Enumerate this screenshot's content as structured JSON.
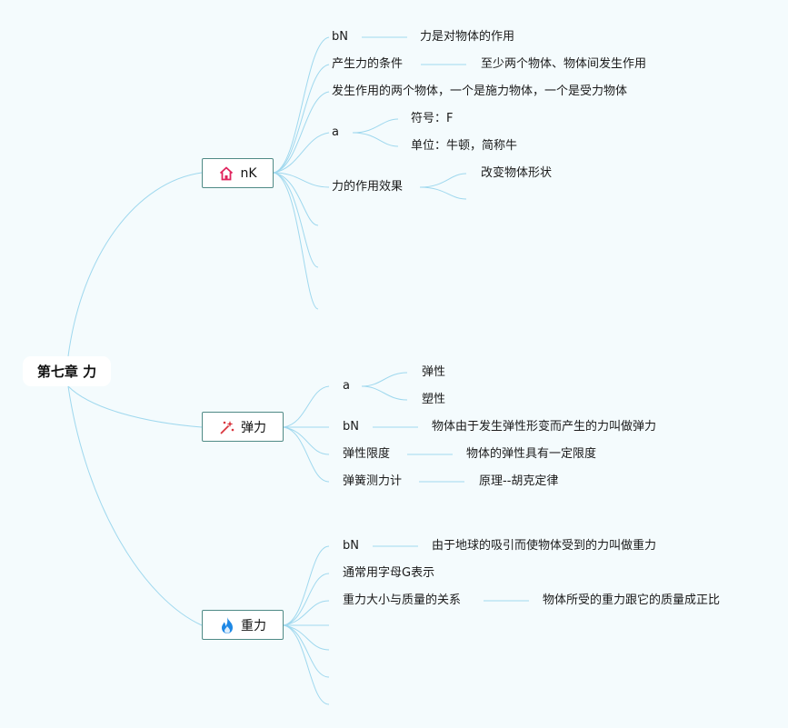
{
  "root": {
    "label": "第七章 力"
  },
  "branches": [
    {
      "label": "nK",
      "icon": "house-icon",
      "icon_color": "#e0245e",
      "nodes": {
        "def_key": "bN",
        "def_val": "力是对物体的作用",
        "cond_key": "产生力的条件",
        "cond_val": "至少两个物体、物体间发生作用",
        "pair": "发生作用的两个物体，一个是施力物体，一个是受力物体",
        "a_key": "a",
        "symbol": "符号：F",
        "unit": "单位：牛顿，简称牛",
        "effect_key": "力的作用效果",
        "effect_val": "改变物体形状"
      }
    },
    {
      "label": "弹力",
      "icon": "sparkle-icon",
      "icon_color": "#d9363e",
      "nodes": {
        "a_key": "a",
        "elastic": "弹性",
        "plastic": "塑性",
        "def_key": "bN",
        "def_val": "物体由于发生弹性形变而产生的力叫做弹力",
        "limit_key": "弹性限度",
        "limit_val": "物体的弹性具有一定限度",
        "meter_key": "弹簧测力计",
        "meter_val": "原理--胡克定律"
      }
    },
    {
      "label": "重力",
      "icon": "flame-icon",
      "icon_color": "#1e88e5",
      "nodes": {
        "def_key": "bN",
        "def_val": "由于地球的吸引而使物体受到的力叫做重力",
        "letter": "通常用字母G表示",
        "mass_key": "重力大小与质量的关系",
        "mass_val": "物体所受的重力跟它的质量成正比"
      }
    }
  ]
}
